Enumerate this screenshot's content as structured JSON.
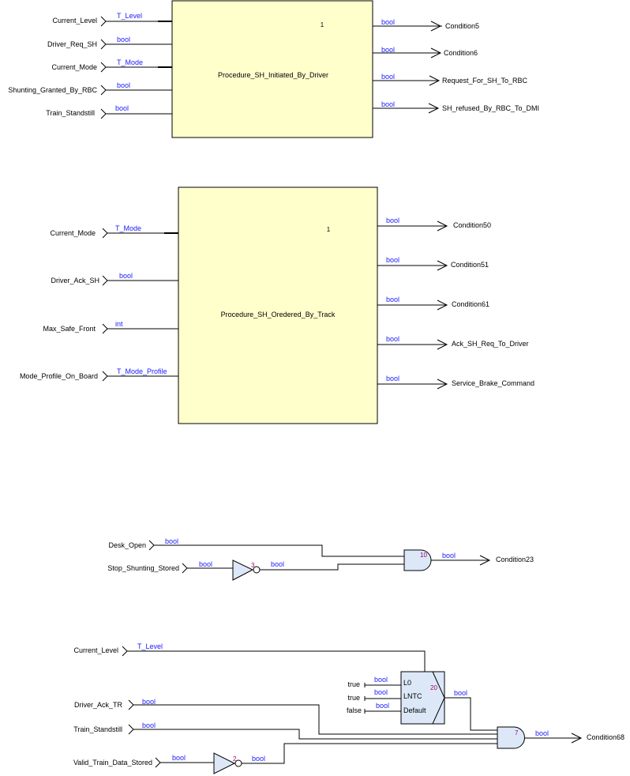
{
  "blocks": {
    "sh_driver": {
      "name": "Procedure_SH_Initiated_By_Driver",
      "number": "1",
      "inputs": [
        {
          "label": "Current_Level",
          "type": "T_Level"
        },
        {
          "label": "Driver_Req_SH",
          "type": "bool"
        },
        {
          "label": "Current_Mode",
          "type": "T_Mode"
        },
        {
          "label": "Shunting_Granted_By_RBC",
          "type": "bool"
        },
        {
          "label": "Train_Standstill",
          "type": "bool"
        }
      ],
      "outputs": [
        {
          "label": "Condition5",
          "type": "bool"
        },
        {
          "label": "Condition6",
          "type": "bool"
        },
        {
          "label": "Request_For_SH_To_RBC",
          "type": "bool"
        },
        {
          "label": "SH_refused_By_RBC_To_DMI",
          "type": "bool"
        }
      ]
    },
    "sh_track": {
      "name": "Procedure_SH_Oredered_By_Track",
      "number": "1",
      "inputs": [
        {
          "label": "Current_Mode",
          "type": "T_Mode"
        },
        {
          "label": "Driver_Ack_SH",
          "type": "bool"
        },
        {
          "label": "Max_Safe_Front",
          "type": "int"
        },
        {
          "label": "Mode_Profile_On_Board",
          "type": "T_Mode_Profile"
        }
      ],
      "outputs": [
        {
          "label": "Condition50",
          "type": "bool"
        },
        {
          "label": "Condition51",
          "type": "bool"
        },
        {
          "label": "Condition61",
          "type": "bool"
        },
        {
          "label": "Ack_SH_Req_To_Driver",
          "type": "bool"
        },
        {
          "label": "Service_Brake_Command",
          "type": "bool"
        }
      ]
    }
  },
  "circuit23": {
    "inputs": [
      {
        "label": "Desk_Open",
        "type": "bool"
      },
      {
        "label": "Stop_Shunting_Stored",
        "type": "bool"
      }
    ],
    "not_gate": {
      "number": "3",
      "out_type": "bool"
    },
    "and_gate": {
      "number": "10",
      "out_type": "bool"
    },
    "output": "Condition23"
  },
  "circuit68": {
    "inputs": [
      {
        "label": "Current_Level",
        "type": "T_Level"
      },
      {
        "label": "Driver_Ack_TR",
        "type": "bool"
      },
      {
        "label": "Train_Standstill",
        "type": "bool"
      },
      {
        "label": "Valid_Train_Data_Stored",
        "type": "bool"
      }
    ],
    "select": {
      "number": "20",
      "ports": [
        "L0",
        "LNTC",
        "Default"
      ],
      "constants": [
        {
          "value": "true",
          "type": "bool"
        },
        {
          "value": "true",
          "type": "bool"
        },
        {
          "value": "false",
          "type": "bool"
        }
      ],
      "out_type": "bool"
    },
    "not_gate": {
      "number": "2",
      "out_type": "bool"
    },
    "and_gate": {
      "number": "7",
      "out_type": "bool"
    },
    "output": "Condition68"
  },
  "colors": {
    "block_fill": "#ffffcc",
    "gate_fill": "#dce8f8",
    "type_text": "#1a1aff",
    "number_text": "#a0006a"
  }
}
